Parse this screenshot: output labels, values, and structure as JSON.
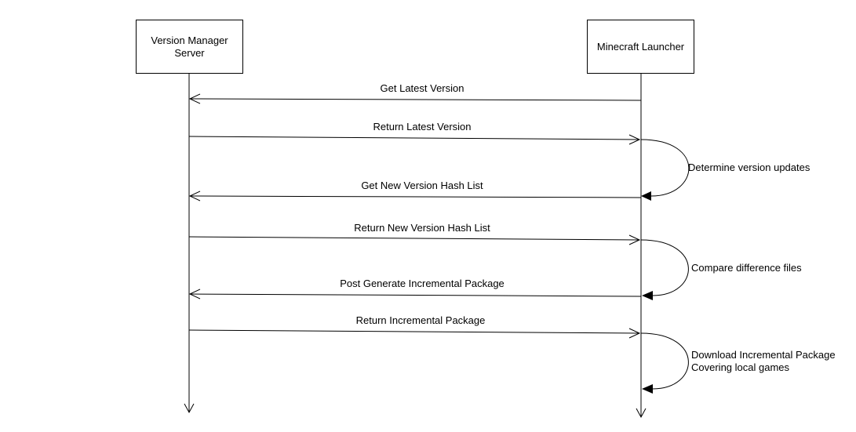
{
  "actors": {
    "server": {
      "label": "Version Manager\nServer"
    },
    "launcher": {
      "label": "Minecraft Launcher"
    }
  },
  "messages": [
    {
      "label": "Get Latest Version",
      "direction": "to-server"
    },
    {
      "label": "Return Latest Version",
      "direction": "to-launcher"
    },
    {
      "label": "Get New Version Hash List",
      "direction": "to-server"
    },
    {
      "label": "Return New Version Hash List",
      "direction": "to-launcher"
    },
    {
      "label": "Post Generate Incremental Package",
      "direction": "to-server"
    },
    {
      "label": "Return Incremental Package",
      "direction": "to-launcher"
    }
  ],
  "self_notes": [
    {
      "label": "Determine version updates"
    },
    {
      "label": "Compare difference files"
    },
    {
      "label": "Download Incremental Package\nCovering local games"
    }
  ],
  "colors": {
    "line": "#000000",
    "background": "#ffffff"
  }
}
